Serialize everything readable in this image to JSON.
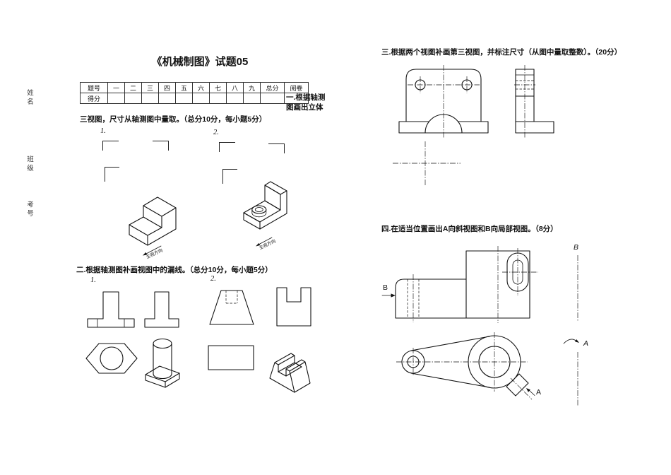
{
  "page": {
    "title": "《机械制图》试题05"
  },
  "margin": {
    "name": "姓名",
    "class": "班级",
    "exam_no": "考号"
  },
  "score_table": {
    "row1": [
      "题号",
      "一",
      "二",
      "三",
      "四",
      "五",
      "六",
      "七",
      "八",
      "九",
      "总分",
      "阅卷"
    ],
    "row2_label": "得分"
  },
  "q1": {
    "heading_right_1": "一.根据轴测",
    "heading_right_2": "图画出立体",
    "heading_below": "三视图，尺寸从轴测图中量取。（总分10分，每小题5分）",
    "item1": "1.",
    "item2": "2.",
    "view_dir_label": "主视方向"
  },
  "q2": {
    "heading": "二.根据轴测图补画视图中的漏线。（总分10分，每小题5分）",
    "item1": "1.",
    "item2": "2."
  },
  "q3": {
    "heading": "三.根据两个视图补画第三视图，并标注尺寸（从图中量取整数）。（20分）"
  },
  "q4": {
    "heading": "四.在适当位置画出A向斜视图和B向局部视图。（8分）",
    "label_b_arrow": "B",
    "label_a_arrow": "A",
    "label_b_pos": "B",
    "label_a_pos": "A"
  }
}
